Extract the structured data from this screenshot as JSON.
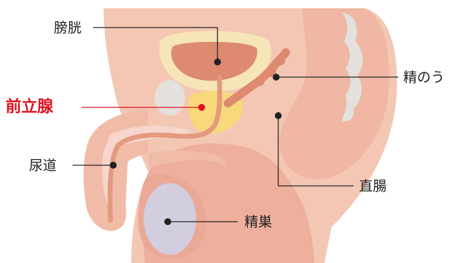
{
  "labels": {
    "bladder": "膀胱",
    "prostate": "前立腺",
    "seminal_vesicle": "精のう",
    "urethra": "尿道",
    "rectum": "直腸",
    "testis": "精巣"
  },
  "colors": {
    "skin_outer": "#f3c7b3",
    "skin_inner": "#eeaf9c",
    "bladder_wall": "#f6e5b7",
    "bladder_fill": "#dd8a70",
    "prostate": "#f7d97b",
    "duct": "#e39a7f",
    "testis": "#d3cde0",
    "bone": "#e4e0dc",
    "highlight_text": "#e0101e",
    "leader_line": "#222222"
  }
}
